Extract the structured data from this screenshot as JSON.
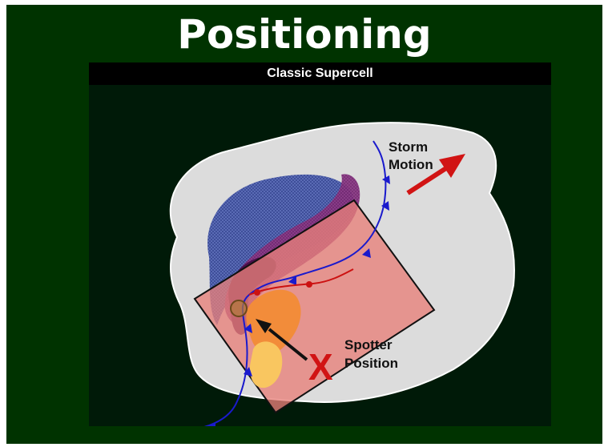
{
  "slide": {
    "title": "Positioning",
    "panel_title": "Classic Supercell"
  },
  "diagram": {
    "storm_motion_label": [
      "Storm",
      "Motion"
    ],
    "spotter_label": [
      "Spotter",
      "Position"
    ],
    "spotter_mark": "X",
    "colors": {
      "background": "#003300",
      "panel": "#001a08",
      "storm_region": "#dcdcdc",
      "forward_flank_blue": "#3d4f9c",
      "precip_purple": "#7a2f78",
      "core_purple": "#4a0f4a",
      "box_fill": "#e8807a",
      "updraft_orange": "#f28c3a",
      "inflow_yellow": "#f9c660",
      "arrow_red": "#d11414",
      "front_blue": "#1a1acc",
      "warm_front_red": "#cc1111"
    }
  }
}
